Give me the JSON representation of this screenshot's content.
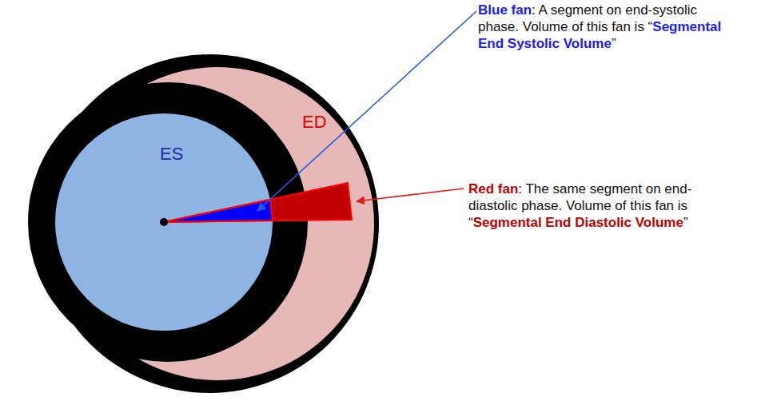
{
  "diagram": {
    "nodes": [
      {
        "text": [
          "ED"
        ]
      },
      {
        "text": [
          "ES"
        ],
        "in": 0
      }
    ],
    "labels": [
      "Blue fan",
      ": A segment on end-systolic phase. Volume of this fan is “",
      "Segmental End Systolic Volume",
      "”",
      "Red fan",
      ": The same segment on end-diastolic phase. Volume of this fan is “",
      "Segmental End Diastolic Volume",
      "”"
    ]
  }
}
